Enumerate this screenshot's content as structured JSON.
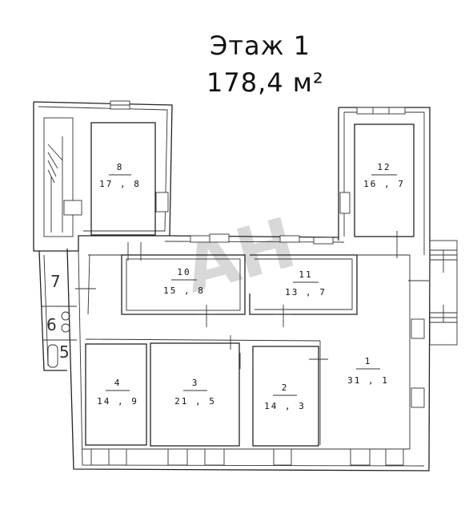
{
  "plan": {
    "title": "Этаж 1",
    "area": "178,4 м²",
    "watermark": "АН",
    "rooms": [
      {
        "number": "8",
        "area": "17 , 8"
      },
      {
        "number": "12",
        "area": "16 , 7"
      },
      {
        "number": "10",
        "area": "15 , 8"
      },
      {
        "number": "11",
        "area": "13 , 7"
      },
      {
        "number": "4",
        "area": "14 , 9"
      },
      {
        "number": "3",
        "area": "21 , 5"
      },
      {
        "number": "2",
        "area": "14 , 3"
      },
      {
        "number": "1",
        "area": "31 , 1"
      }
    ],
    "small_rooms": [
      "7",
      "6",
      "5"
    ]
  }
}
